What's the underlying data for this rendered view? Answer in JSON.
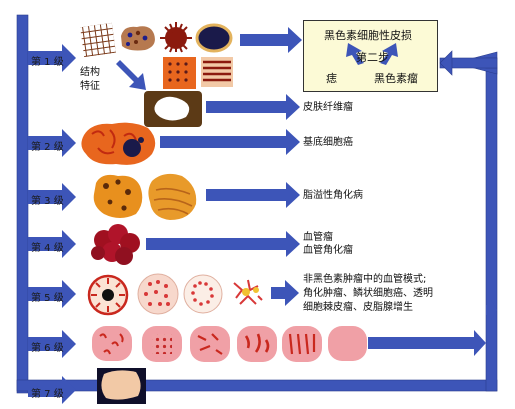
{
  "colors": {
    "arrow": "#3d55b8",
    "arrow_edge": "#2a3d8e",
    "box_fill": "#fcfad6",
    "pink_lesion": "#f0a0a6",
    "red_vessel": "#d83838",
    "brown_lesion": "#9b4a1e",
    "orange_lesion": "#e8901e",
    "dark_red_cluster": "#a01020",
    "skin_tone": "#f2c9a6"
  },
  "diagram": {
    "levels": [
      {
        "label": "第 1 级"
      },
      {
        "label": "第 2 级"
      },
      {
        "label": "第 3 级"
      },
      {
        "label": "第 4 级"
      },
      {
        "label": "第 5 级"
      },
      {
        "label": "第 6 级"
      },
      {
        "label": "第 7 级"
      }
    ],
    "structure_label_line1": "结构",
    "structure_label_line2": "特征",
    "step2_box": {
      "title": "黑色素细胞性皮损",
      "step": "第二步",
      "left_result": "痣",
      "right_result": "黑色素瘤"
    },
    "outcomes": {
      "dermatofibroma": "皮肤纤维瘤",
      "bcc": "基底细胞癌",
      "seborrheic_keratosis": "脂溢性角化病",
      "vascular_line1": "血管瘤",
      "vascular_line2": "血管角化瘤",
      "nonmelanocytic_line1": "非黑色素肿瘤中的血管模式;",
      "nonmelanocytic_line2": "角化肿瘤、鳞状细胞癌、透明",
      "nonmelanocytic_line3": "细胞棘皮瘤、皮脂腺增生"
    }
  }
}
